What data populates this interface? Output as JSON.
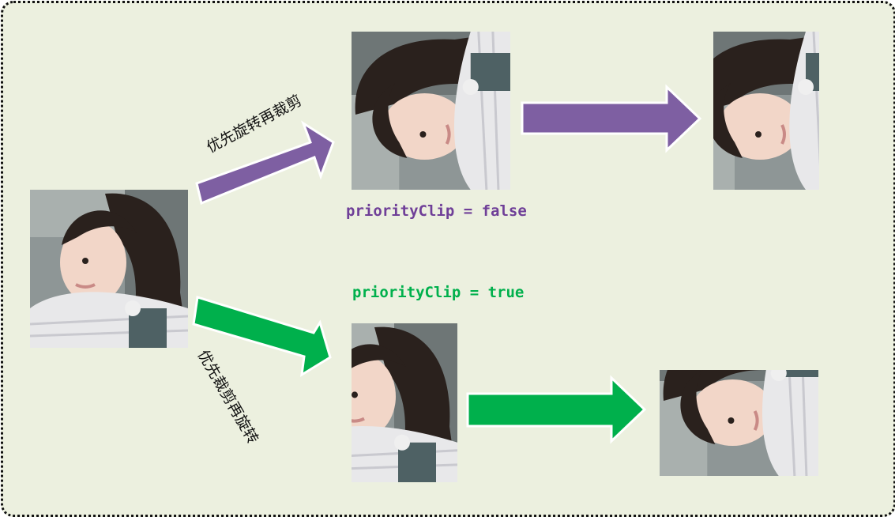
{
  "diagram": {
    "label_rotate_then_crop": "优先旋转再裁剪",
    "label_crop_then_rotate": "优先裁剪再旋转",
    "label_false": "priorityClip = false",
    "label_true": "priorityClip = true",
    "colors": {
      "background": "#ecf0df",
      "purple_arrow": "#7e5fa2",
      "green_arrow": "#00b04c",
      "purple_text": "#6f3f98",
      "green_text": "#00b04c"
    }
  }
}
